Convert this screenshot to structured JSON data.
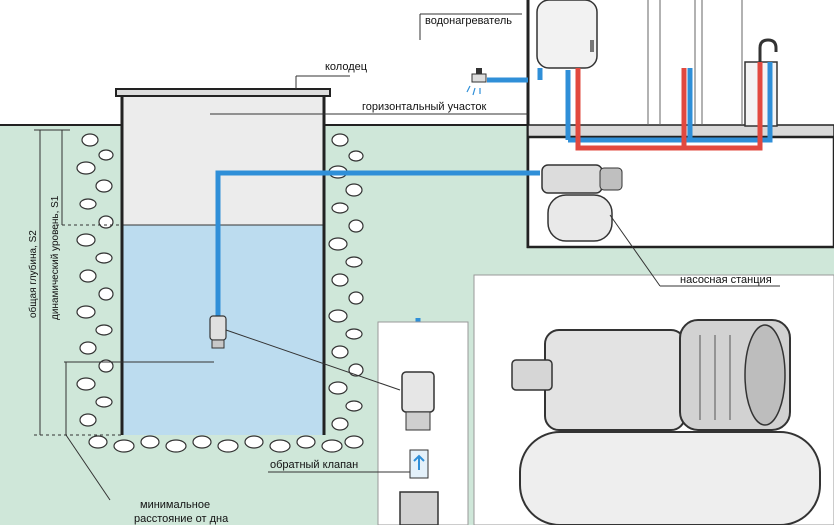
{
  "labels": {
    "water_heater": "водонагреватель",
    "well": "колодец",
    "horizontal_section": "горизонтальный участок",
    "pump_station": "насосная станция",
    "check_valve": "обратный клапан",
    "min_distance_line1": "минимальное",
    "min_distance_line2": "расстояние  от  дна",
    "total_depth": "общая глубина, S2",
    "dynamic_level": "динамический уровень, S1"
  },
  "colors": {
    "ground": "#cfe7d9",
    "water": "#bcdcef",
    "air": "#ececec",
    "pipe_cold": "#2f8fd8",
    "pipe_hot": "#e2493f",
    "outline": "#222222"
  }
}
